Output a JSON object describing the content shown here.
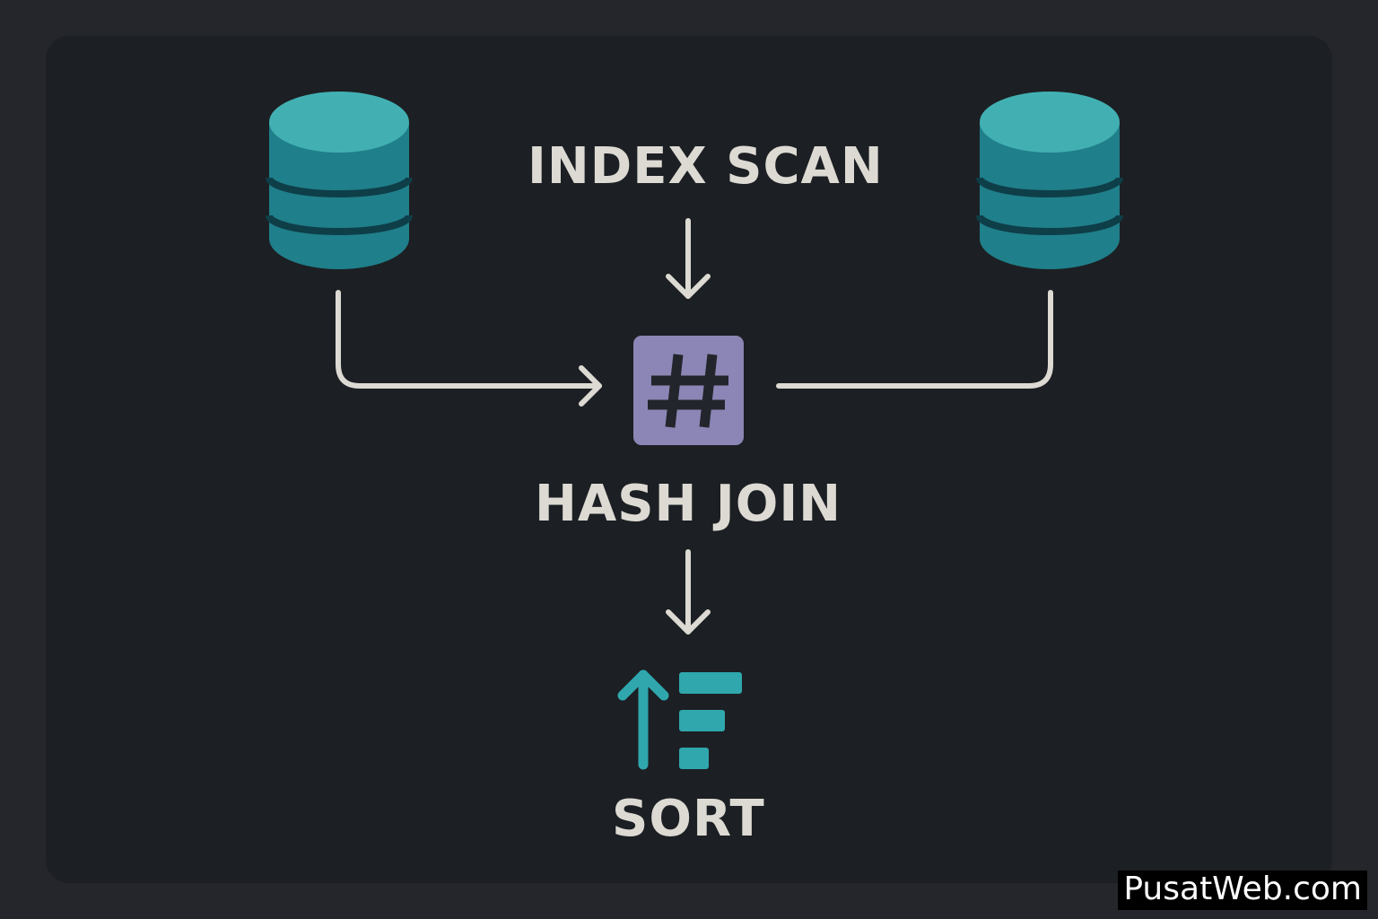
{
  "nodes": {
    "index_scan": {
      "label": "INDEX SCAN"
    },
    "hash_join": {
      "label": "HASH JOIN",
      "icon": "hash-icon"
    },
    "sort": {
      "label": "SORT",
      "icon": "sort-ascending-icon"
    },
    "left_table": {
      "icon": "database-icon"
    },
    "right_table": {
      "icon": "database-icon"
    }
  },
  "edges": [
    {
      "from": "index_scan",
      "to": "hash_join"
    },
    {
      "from": "left_table",
      "to": "hash_join"
    },
    {
      "from": "right_table",
      "to": "hash_join"
    },
    {
      "from": "hash_join",
      "to": "sort"
    }
  ],
  "watermark": "PusatWeb.com",
  "colors": {
    "background": "#24262b",
    "card": "#1c1f23",
    "database": "#1f7f8a",
    "database_top": "#42b0b3",
    "hash_box": "#8b86b5",
    "sort_icon": "#2fa7ad",
    "arrows": "#dcdad3",
    "text": "#dcdad3"
  }
}
